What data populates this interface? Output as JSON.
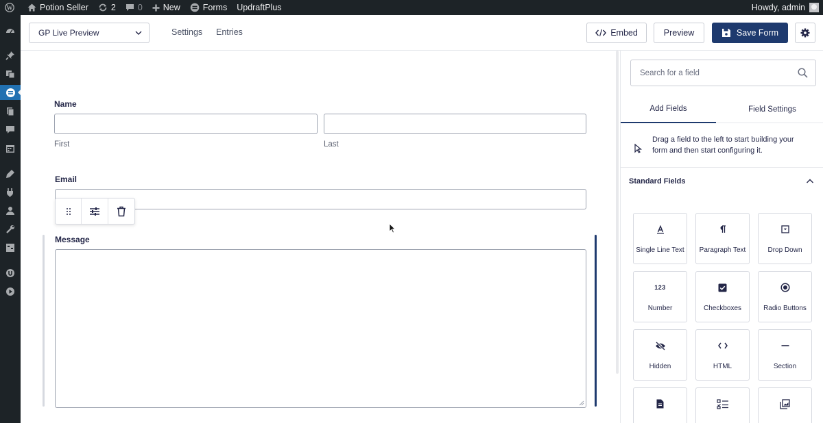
{
  "adminbar": {
    "site_name": "Potion Seller",
    "updates_count": "2",
    "comments_count": "0",
    "new_label": "New",
    "forms_label": "Forms",
    "updraft_label": "UpdraftPlus",
    "howdy": "Howdy, admin"
  },
  "topbar": {
    "form_selector": "GP Live Preview",
    "settings": "Settings",
    "entries": "Entries",
    "embed": "Embed",
    "preview": "Preview",
    "save": "Save Form"
  },
  "form": {
    "name_label": "Name",
    "first_sublabel": "First",
    "last_sublabel": "Last",
    "email_label": "Email",
    "message_label": "Message"
  },
  "panel": {
    "search_placeholder": "Search for a field",
    "tab_add": "Add Fields",
    "tab_settings": "Field Settings",
    "hint": "Drag a field to the left to start building your form and then start configuring it.",
    "section_title": "Standard Fields",
    "fields": [
      {
        "label": "Single Line Text",
        "icon": "text-icon"
      },
      {
        "label": "Paragraph Text",
        "icon": "paragraph-icon"
      },
      {
        "label": "Drop Down",
        "icon": "dropdown-icon"
      },
      {
        "label": "Number",
        "icon": "number-icon"
      },
      {
        "label": "Checkboxes",
        "icon": "checkbox-icon"
      },
      {
        "label": "Radio Buttons",
        "icon": "radio-icon"
      },
      {
        "label": "Hidden",
        "icon": "hidden-icon"
      },
      {
        "label": "HTML",
        "icon": "html-icon"
      },
      {
        "label": "Section",
        "icon": "section-icon"
      },
      {
        "label": "",
        "icon": "document-icon"
      },
      {
        "label": "",
        "icon": "multiple-choice-icon"
      },
      {
        "label": "",
        "icon": "image-choice-icon"
      }
    ]
  },
  "colors": {
    "admin_bg": "#1d2327",
    "admin_active": "#2271b1",
    "primary": "#1e3a6e"
  }
}
